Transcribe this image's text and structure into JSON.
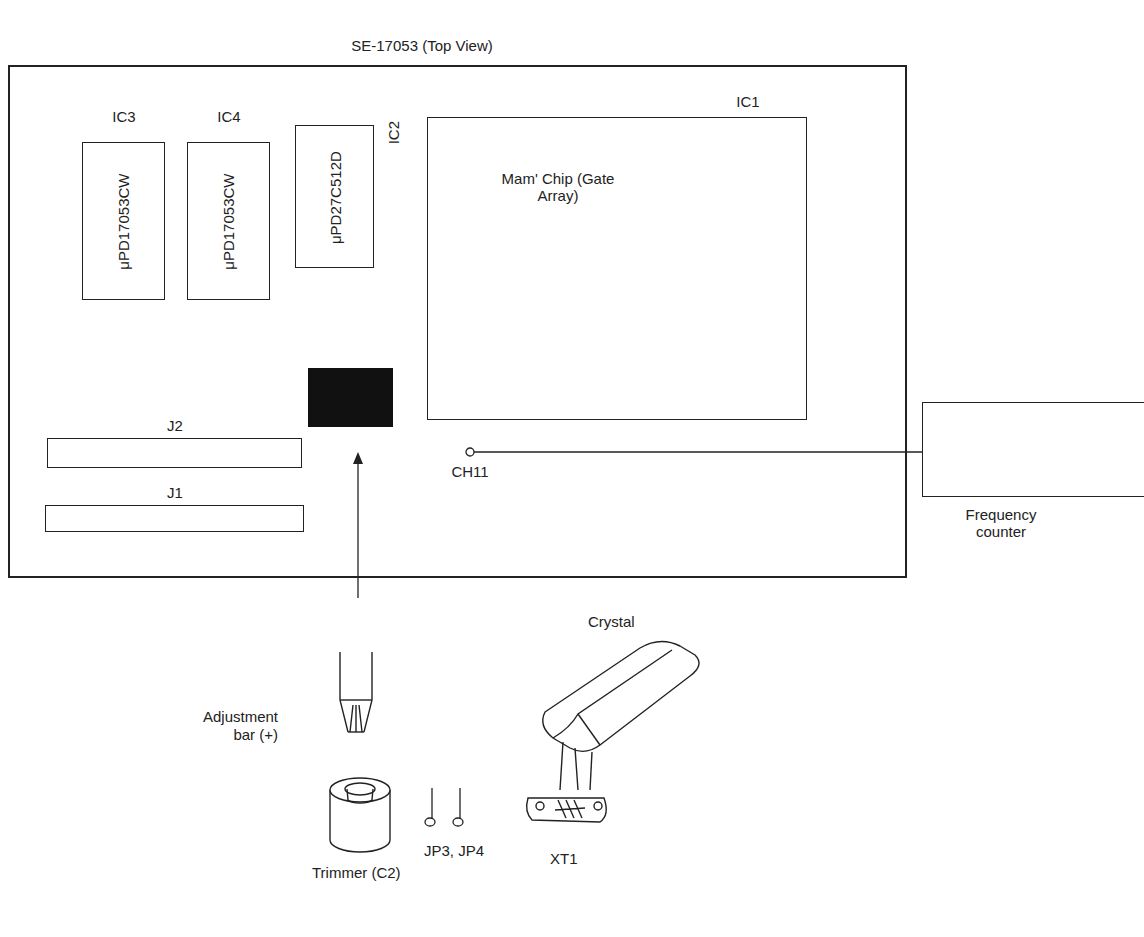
{
  "diagram": {
    "nodes": [
      {
        "text": [
          "SE-17053 (Top View)"
        ]
      },
      {
        "text": [
          "IC3",
          "μPD17053CW"
        ],
        "in": 0
      },
      {
        "text": [
          "IC4",
          "μPD17053CW"
        ],
        "in": 0
      },
      {
        "text": [
          "μPD27C512D",
          "IC2"
        ],
        "in": 0
      },
      {
        "text": [
          "IC1",
          "Mam' Chip (Gate Array)"
        ],
        "in": 0
      },
      {
        "text": [
          "J2"
        ],
        "in": 0
      },
      {
        "text": [
          "J1"
        ],
        "in": 0
      },
      {
        "text": [
          "CH11"
        ],
        "in": 0
      },
      {
        "text": [
          "Frequency counter"
        ]
      }
    ],
    "edges": [
      {
        "from": 7,
        "to": 8,
        "arrow": "none"
      }
    ],
    "labels": [
      "Adjustment bar (+)",
      "Trimmer (C2)",
      "JP3, JP4",
      "Crystal",
      "XT1"
    ]
  }
}
